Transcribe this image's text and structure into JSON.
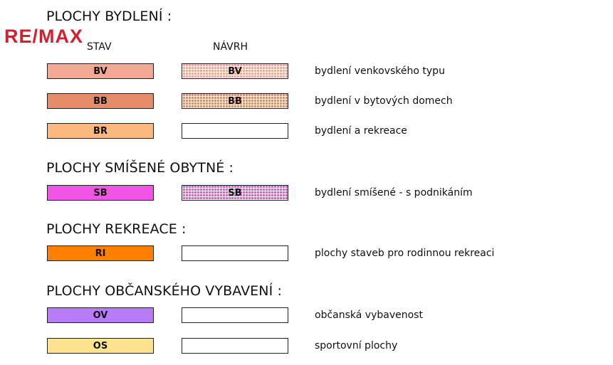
{
  "logo": "RE/MAX",
  "columns": {
    "stav": "STAV",
    "navrh": "NÁVRH"
  },
  "sections": [
    {
      "heading": "PLOCHY BYDLENÍ  :"
    },
    {
      "heading": "PLOCHY SMÍŠENÉ OBYTNÉ  :"
    },
    {
      "heading": "PLOCHY REKREACE  :"
    },
    {
      "heading": "PLOCHY OBČANSKÉHO VYBAVENÍ  :"
    }
  ],
  "rows": [
    {
      "stav": "BV",
      "navrh": "BV",
      "desc": "bydlení venkovského typu",
      "color": "#f4a996",
      "navrh_hatched": true
    },
    {
      "stav": "BB",
      "navrh": "BB",
      "desc": "bydlení v bytových domech",
      "color": "#e58d69",
      "navrh_hatched": true
    },
    {
      "stav": "BR",
      "navrh": "",
      "desc": "bydlení a rekreace",
      "color": "#fbb97f",
      "navrh_hatched": false
    },
    {
      "stav": "SB",
      "navrh": "SB",
      "desc": "bydlení smíšené - s podnikáním",
      "color": "#f055e6",
      "navrh_hatched": true
    },
    {
      "stav": "RI",
      "navrh": "",
      "desc": "plochy staveb pro rodinnou rekreaci",
      "color": "#ff8000",
      "navrh_hatched": false
    },
    {
      "stav": "OV",
      "navrh": "",
      "desc": "občanská vybavenost",
      "color": "#b77cf7",
      "navrh_hatched": false
    },
    {
      "stav": "OS",
      "navrh": "",
      "desc": "sportovní plochy",
      "color": "#fde38f",
      "navrh_hatched": false
    }
  ]
}
